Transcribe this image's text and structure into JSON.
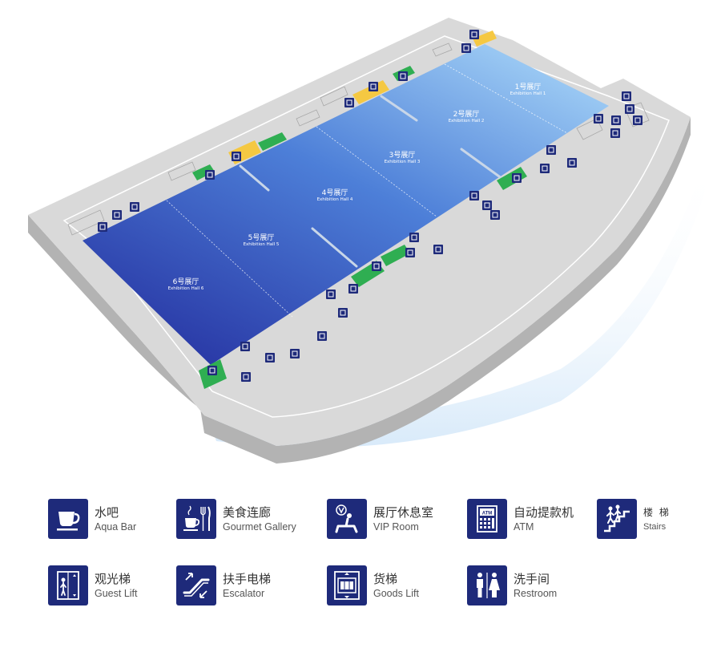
{
  "halls": [
    {
      "id": 1,
      "name_cn": "1号展厅",
      "name_en": "Exhibition Hall 1"
    },
    {
      "id": 2,
      "name_cn": "2号展厅",
      "name_en": "Exhibition Hall 2"
    },
    {
      "id": 3,
      "name_cn": "3号展厅",
      "name_en": "Exhibition Hall 3"
    },
    {
      "id": 4,
      "name_cn": "4号展厅",
      "name_en": "Exhibition Hall 4"
    },
    {
      "id": 5,
      "name_cn": "5号展厅",
      "name_en": "Exhibition Hall 5"
    },
    {
      "id": 6,
      "name_cn": "6号展厅",
      "name_en": "Exhibition Hall 6"
    }
  ],
  "legend": [
    {
      "key": "aqua-bar",
      "name_cn": "水吧",
      "name_en": "Aqua Bar",
      "icon": "cup-icon"
    },
    {
      "key": "gourmet-gallery",
      "name_cn": "美食连廊",
      "name_en": "Gourmet Gallery",
      "icon": "fork-knife-cup-icon"
    },
    {
      "key": "vip-room",
      "name_cn": "展厅休息室",
      "name_en": "VIP Room",
      "icon": "vip-seat-icon"
    },
    {
      "key": "atm",
      "name_cn": "自动提款机",
      "name_en": "ATM",
      "icon": "atm-icon"
    },
    {
      "key": "stairs",
      "name_cn": "楼 梯",
      "name_en": "Stairs",
      "icon": "stairs-icon"
    },
    {
      "key": "guest-lift",
      "name_cn": "观光梯",
      "name_en": "Guest Lift",
      "icon": "guest-lift-icon"
    },
    {
      "key": "escalator",
      "name_cn": "扶手电梯",
      "name_en": "Escalator",
      "icon": "escalator-icon"
    },
    {
      "key": "goods-lift",
      "name_cn": "货梯",
      "name_en": "Goods Lift",
      "icon": "goods-lift-icon"
    },
    {
      "key": "restroom",
      "name_cn": "洗手间",
      "name_en": "Restroom",
      "icon": "restroom-icon"
    }
  ],
  "colors": {
    "hall_light": "#8fc6f2",
    "hall_dark": "#2a3aa8",
    "floor": "#d9d9d9",
    "floor_side": "#b8b8b8",
    "green_area": "#2fae52",
    "yellow_area": "#f5c842",
    "icon_bg": "#1e2a7a"
  }
}
